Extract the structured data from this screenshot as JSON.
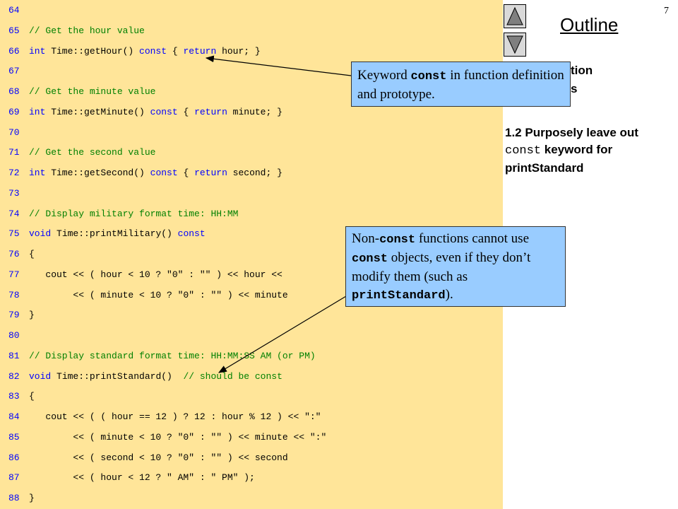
{
  "slide": {
    "number": "7",
    "outline_title": "Outline"
  },
  "code_lines": [
    {
      "num": "64",
      "segments": []
    },
    {
      "num": "65",
      "segments": [
        {
          "t": "// Get the hour value",
          "c": "cm"
        }
      ]
    },
    {
      "num": "66",
      "segments": [
        {
          "t": "int",
          "c": "kw"
        },
        {
          "t": " Time::getHour() ",
          "c": ""
        },
        {
          "t": "const",
          "c": "kw"
        },
        {
          "t": " { ",
          "c": ""
        },
        {
          "t": "return",
          "c": "kw"
        },
        {
          "t": " hour; }",
          "c": ""
        }
      ]
    },
    {
      "num": "67",
      "segments": []
    },
    {
      "num": "68",
      "segments": [
        {
          "t": "// Get the minute value",
          "c": "cm"
        }
      ]
    },
    {
      "num": "69",
      "segments": [
        {
          "t": "int",
          "c": "kw"
        },
        {
          "t": " Time::getMinute() ",
          "c": ""
        },
        {
          "t": "const",
          "c": "kw"
        },
        {
          "t": " { ",
          "c": ""
        },
        {
          "t": "return",
          "c": "kw"
        },
        {
          "t": " minute; }",
          "c": ""
        }
      ]
    },
    {
      "num": "70",
      "segments": []
    },
    {
      "num": "71",
      "segments": [
        {
          "t": "// Get the second value",
          "c": "cm"
        }
      ]
    },
    {
      "num": "72",
      "segments": [
        {
          "t": "int",
          "c": "kw"
        },
        {
          "t": " Time::getSecond() ",
          "c": ""
        },
        {
          "t": "const",
          "c": "kw"
        },
        {
          "t": " { ",
          "c": ""
        },
        {
          "t": "return",
          "c": "kw"
        },
        {
          "t": " second; }",
          "c": ""
        }
      ]
    },
    {
      "num": "73",
      "segments": []
    },
    {
      "num": "74",
      "segments": [
        {
          "t": "// Display military format time: HH:MM",
          "c": "cm"
        }
      ]
    },
    {
      "num": "75",
      "segments": [
        {
          "t": "void",
          "c": "kw"
        },
        {
          "t": " Time::printMilitary() ",
          "c": ""
        },
        {
          "t": "const",
          "c": "kw"
        }
      ]
    },
    {
      "num": "76",
      "segments": [
        {
          "t": "{",
          "c": ""
        }
      ]
    },
    {
      "num": "77",
      "segments": [
        {
          "t": "   cout << ( hour < 10 ? \"0\" : \"\" ) << hour <<",
          "c": ""
        }
      ]
    },
    {
      "num": "78",
      "segments": [
        {
          "t": "        << ( minute < 10 ? \"0\" : \"\" ) << minute",
          "c": ""
        }
      ]
    },
    {
      "num": "79",
      "segments": [
        {
          "t": "}",
          "c": ""
        }
      ]
    },
    {
      "num": "80",
      "segments": []
    },
    {
      "num": "81",
      "segments": [
        {
          "t": "// Display standard format time: HH:MM:SS AM (or PM)",
          "c": "cm"
        }
      ]
    },
    {
      "num": "82",
      "segments": [
        {
          "t": "void",
          "c": "kw"
        },
        {
          "t": " Time::printStandard()  ",
          "c": ""
        },
        {
          "t": "// should be const",
          "c": "cm"
        }
      ]
    },
    {
      "num": "83",
      "segments": [
        {
          "t": "{",
          "c": ""
        }
      ]
    },
    {
      "num": "84",
      "segments": [
        {
          "t": "   cout << ( ( hour == 12 ) ? 12 : hour % 12 ) << \":\"",
          "c": ""
        }
      ]
    },
    {
      "num": "85",
      "segments": [
        {
          "t": "        << ( minute < 10 ? \"0\" : \"\" ) << minute << \":\"",
          "c": ""
        }
      ]
    },
    {
      "num": "86",
      "segments": [
        {
          "t": "        << ( second < 10 ? \"0\" : \"\" ) << second",
          "c": ""
        }
      ]
    },
    {
      "num": "87",
      "segments": [
        {
          "t": "        << ( hour < 12 ? \" AM\" : \" PM\" );",
          "c": ""
        }
      ]
    },
    {
      "num": "88",
      "segments": [
        {
          "t": "}",
          "c": ""
        }
      ]
    }
  ],
  "outline": {
    "partial_line_1": "tion",
    "partial_line_2": "s",
    "item_prefix": "1.2  Purposely leave out ",
    "item_code": "const",
    "item_suffix": " keyword for printStandard"
  },
  "callouts": {
    "const_keyword": {
      "before": "Keyword ",
      "code": "const",
      "after": " in function definition and prototype."
    },
    "non_const": {
      "p1": "Non-",
      "c1": "const",
      "p2": " functions cannot use ",
      "c2": "const",
      "p3": " objects, even if they don’t modify them (such as ",
      "c3": "printStandard",
      "p4": ")."
    }
  },
  "colors": {
    "code_background": "#ffe599",
    "callout_background": "#99ccff",
    "keyword": "#0000ff",
    "comment": "#008000"
  },
  "icons": {
    "up": "triangle-up-icon",
    "down": "triangle-down-icon"
  }
}
